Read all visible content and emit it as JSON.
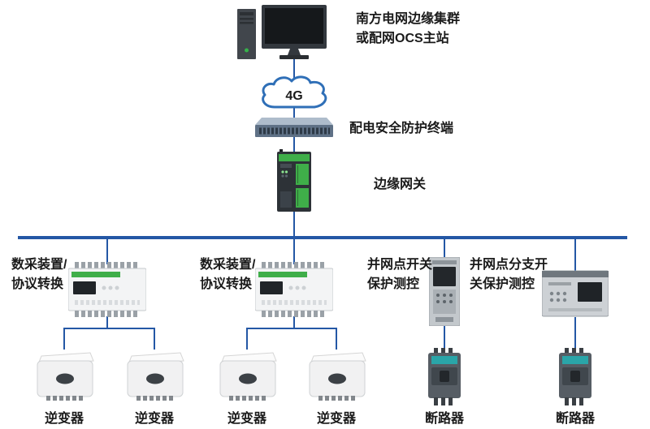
{
  "colors": {
    "line": "#2457a5",
    "text": "#1a1a1a",
    "device_green": "#3fae49",
    "device_teal": "#2aa5a8",
    "cloud_stroke": "#2f6fb7"
  },
  "labels": {
    "server": [
      "南方电网边缘集群",
      "或配网OCS主站"
    ],
    "cloud": "4G",
    "switch": "配电安全防护终端",
    "gateway": "边缘网关",
    "daq1": [
      "数采装置/",
      "协议转换"
    ],
    "daq2": [
      "数采装置/",
      "协议转换"
    ],
    "prot1": [
      "并网点开关",
      "保护测控"
    ],
    "prot2": [
      "并网点分支开",
      "关保护测控"
    ],
    "inverters": [
      "逆变器",
      "逆变器",
      "逆变器",
      "逆变器"
    ],
    "breakers": [
      "断路器",
      "断路器"
    ]
  },
  "device_icons": {
    "server": "desktop-computer-icon",
    "cloud": "cloud-4g-icon",
    "switch": "network-switch-icon",
    "gateway": "edge-gateway-icon",
    "daq": "din-rail-meter-icon",
    "protection_vertical": "protection-device-icon",
    "protection_horizontal": "protection-relay-icon",
    "inverter": "inverter-icon",
    "breaker": "circuit-breaker-icon"
  }
}
